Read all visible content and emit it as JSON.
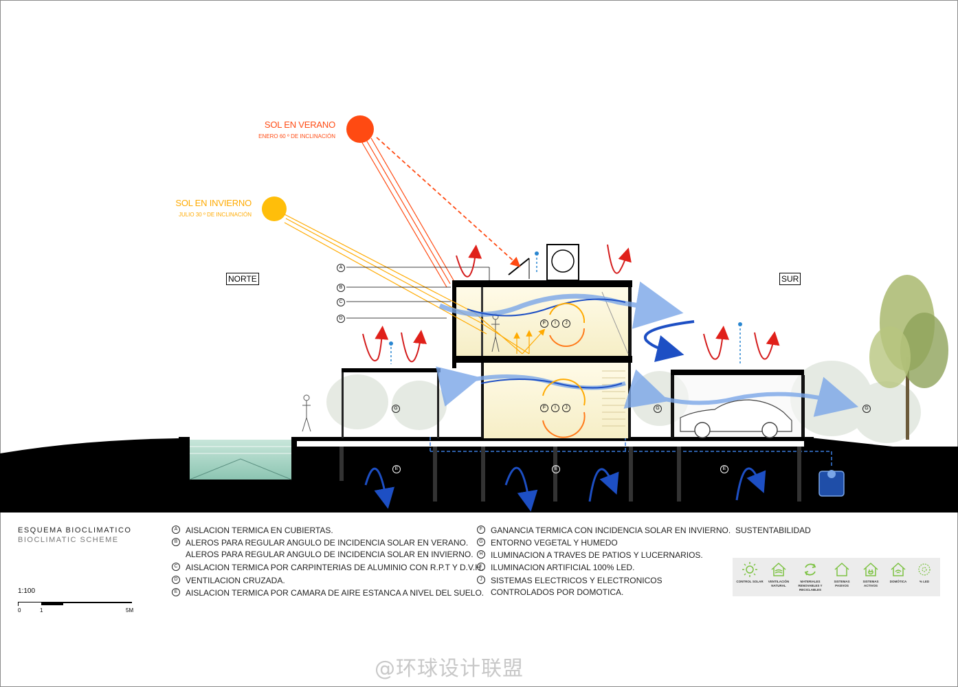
{
  "suns": {
    "summer": {
      "title": "SOL EN VERANO",
      "subtitle": "ENERO 60 º DE  INCLINACIÓN",
      "color": "#ff4a12"
    },
    "winter": {
      "title": "SOL EN INVIERNO",
      "subtitle": "JULIO 30 º DE  INCLINACIÓN",
      "color": "#ffbe0a"
    }
  },
  "orientation": {
    "north": "NORTE",
    "south": "SUR"
  },
  "callouts": {
    "a": "A",
    "b": "B",
    "c": "C",
    "d": "D",
    "e": "E",
    "g": "G",
    "f": "F",
    "i": "I",
    "j": "J"
  },
  "legend": {
    "title": "ESQUEMA  BIOCLIMATICO",
    "subtitle": "BIOCLIMATIC  SCHEME",
    "scale": "1:100",
    "scale_ticks": [
      "0",
      "1",
      "5M"
    ],
    "items_left": [
      {
        "letter": "A",
        "lines": [
          "AISLACION TERMICA EN CUBIERTAS."
        ]
      },
      {
        "letter": "B",
        "lines": [
          "ALEROS PARA REGULAR ANGULO DE INCIDENCIA SOLAR EN VERANO.",
          "ALEROS PARA REGULAR ANGULO DE INCIDENCIA SOLAR EN INVIERNO."
        ]
      },
      {
        "letter": "C",
        "lines": [
          "AISLACION TERMICA POR CARPINTERIAS DE ALUMINIO CON R.P.T Y D.V.H."
        ]
      },
      {
        "letter": "D",
        "lines": [
          "VENTILACION CRUZADA."
        ]
      },
      {
        "letter": "E",
        "lines": [
          "AISLACION TERMICA POR CAMARA DE AIRE ESTANCA A NIVEL DEL SUELO."
        ]
      }
    ],
    "items_right": [
      {
        "letter": "F",
        "lines": [
          "GANANCIA TERMICA CON INCIDENCIA SOLAR EN INVIERNO."
        ]
      },
      {
        "letter": "G",
        "lines": [
          "ENTORNO VEGETAL Y HUMEDO"
        ]
      },
      {
        "letter": "H",
        "lines": [
          "ILUMINACION A TRAVES DE PATIOS Y LUCERNARIOS."
        ]
      },
      {
        "letter": "I",
        "lines": [
          "ILUMINACION  ARTIFICIAL 100% LED."
        ]
      },
      {
        "letter": "J",
        "lines": [
          "SISTEMAS ELECTRICOS Y ELECTRONICOS",
          "CONTROLADOS POR DOMOTICA."
        ]
      }
    ]
  },
  "sustainability": {
    "title": "SUSTENTABILIDAD",
    "accent": "#7cc242",
    "icons": [
      {
        "icon": "sun-icon",
        "label": "CONTROL SOLAR"
      },
      {
        "icon": "house-wind-icon",
        "label": "VENTILACIÓN NATURAL"
      },
      {
        "icon": "recycle-icon",
        "label": "MATERIALES RENOVABLES Y RECICLABLES"
      },
      {
        "icon": "house-icon",
        "label": "SISTEMAS PASIVOS"
      },
      {
        "icon": "house-plug-icon",
        "label": "SISTEMAS ACTIVOS"
      },
      {
        "icon": "house-wifi-icon",
        "label": "DOMÓTICA"
      },
      {
        "icon": "led-icon",
        "label": "% LED"
      }
    ]
  },
  "watermark": "@环球设计联盟"
}
